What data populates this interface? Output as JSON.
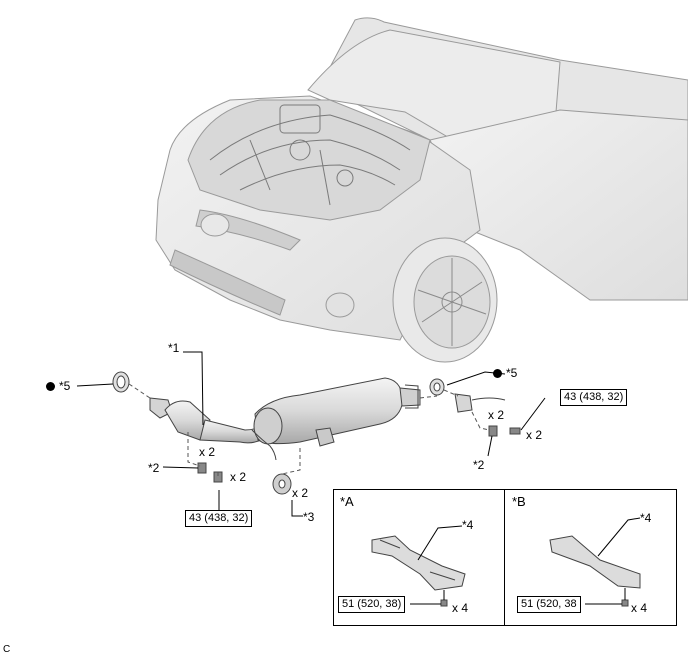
{
  "callouts": {
    "p1": "*1",
    "p2_left": "*2",
    "p2_right": "*2",
    "p3": "*3",
    "p5_left": "*5",
    "p5_right": "*5",
    "p4_a": "*4",
    "p4_b": "*4"
  },
  "quantities": {
    "left_flange_bolts": "x 2",
    "left_bolt_qty": "x 2",
    "center_hanger": "x 2",
    "right_flange": "x 2",
    "right_bolt_qty": "x 2",
    "inset_a_bolts": "x 4",
    "inset_b_bolts": "x 4"
  },
  "torque": {
    "left": "43 (438, 32)",
    "right": "43 (438, 32)",
    "inset_a": "51 (520, 38)",
    "inset_b": "51 (520, 38"
  },
  "insets": {
    "a_title": "*A",
    "b_title": "*B"
  },
  "footer_mark": "C"
}
